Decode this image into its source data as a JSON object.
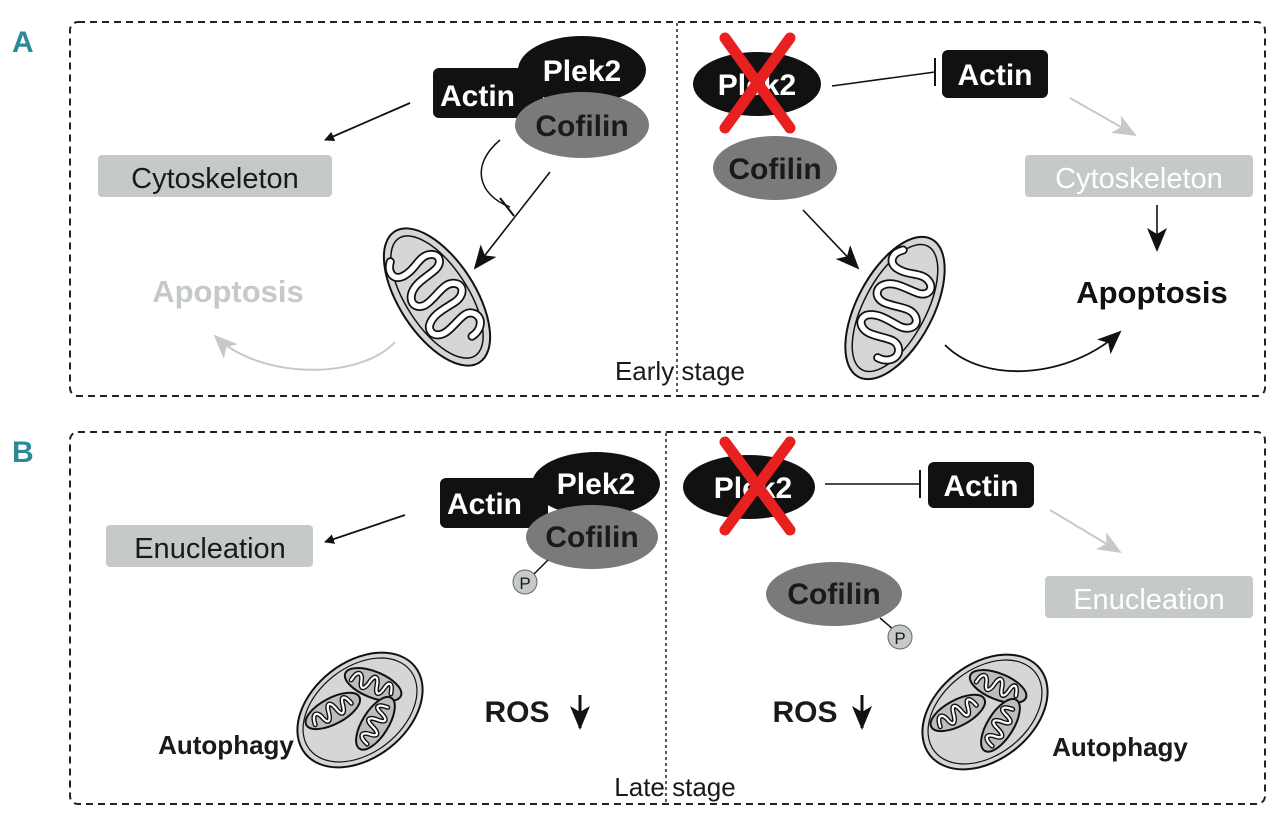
{
  "panels": {
    "a": {
      "letter": "A",
      "stage": "Early stage"
    },
    "b": {
      "letter": "B",
      "stage": "Late stage"
    }
  },
  "labels": {
    "plek2": "Plek2",
    "actin": "Actin",
    "cofilin": "Cofilin",
    "cytoskeleton": "Cytoskeleton",
    "apoptosis": "Apoptosis",
    "enucleation": "Enucleation",
    "autophagy": "Autophagy",
    "ros": "ROS",
    "phospho": "P"
  },
  "colors": {
    "accent_letter": "#2a8a96",
    "knockout_x": "#e8201f",
    "faded": "#c6c9ca",
    "cofilin_fill": "#7a7a7a",
    "node_black": "#111111"
  }
}
